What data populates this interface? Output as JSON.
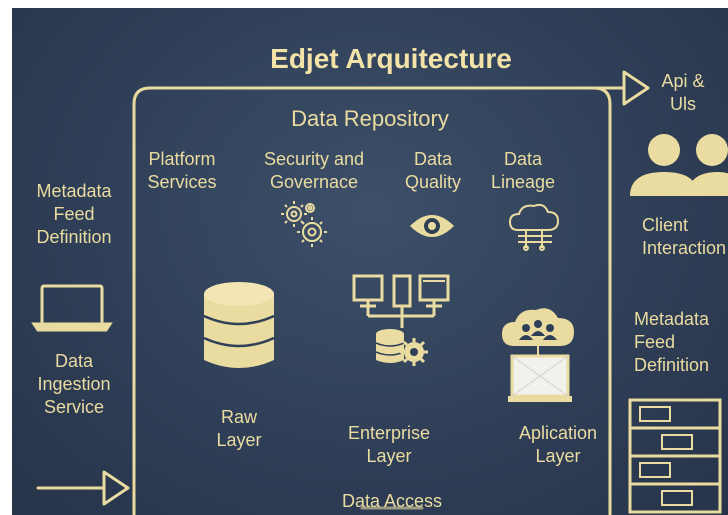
{
  "title": "Edjet Arquitecture",
  "repository": {
    "title": "Data Repository",
    "platform_services": "Platform\nServices",
    "security_governance": "Security and\nGovernace",
    "data_quality": "Data\nQuality",
    "data_lineage": "Data\nLineage",
    "raw_layer": "Raw\nLayer",
    "enterprise_layer": "Enterprise\nLayer",
    "application_layer": "Aplication\nLayer",
    "data_access": "Data Access"
  },
  "left": {
    "metadata_feed_definition": "Metadata\nFeed\nDefinition",
    "data_ingestion_service": "Data\nIngestion\nService"
  },
  "right": {
    "api_uis": "Api &\nUls",
    "client_interaction": "Client\nInteraction",
    "metadata_feed_definition": "Metadata\nFeed\nDefinition"
  },
  "icons": {
    "laptop": "laptop-icon",
    "database": "database-icon",
    "monitors": "monitors-icon",
    "gears": "gears-icon",
    "eye": "eye-icon",
    "cloud_network": "cloud-network-icon",
    "cloud_users": "cloud-users-icon",
    "users": "users-icon",
    "servers": "server-rack-icon"
  },
  "colors": {
    "background": "#2f3f57",
    "accent": "#eadba1"
  }
}
